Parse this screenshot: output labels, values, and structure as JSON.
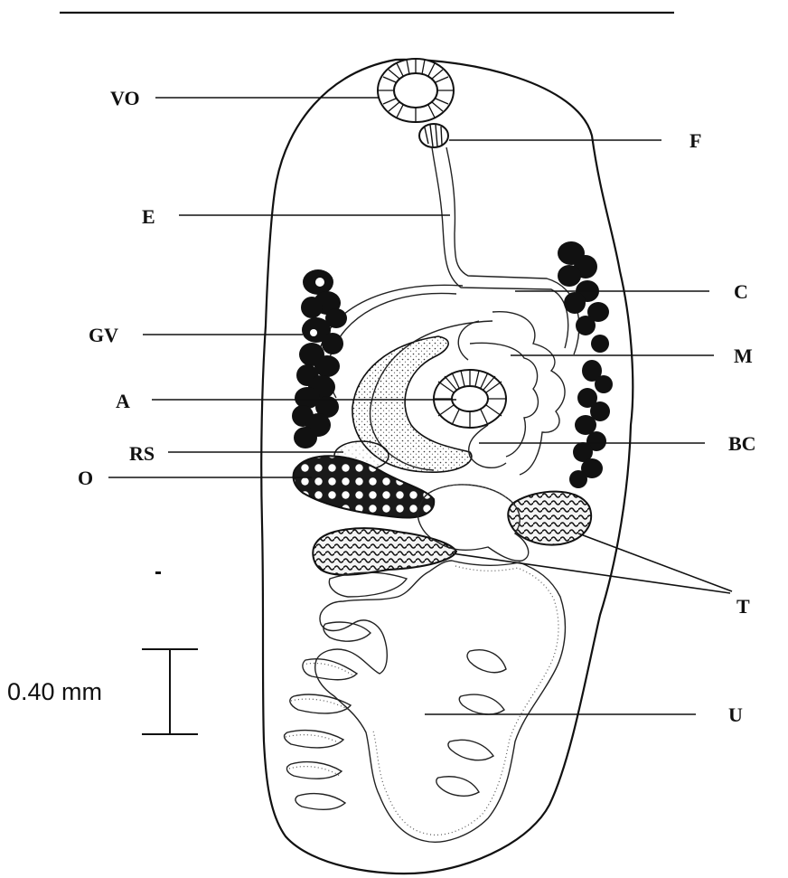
{
  "labels": {
    "vo": "VO",
    "f": "F",
    "e": "E",
    "c": "C",
    "gv": "GV",
    "m": "M",
    "a": "A",
    "bc": "BC",
    "rs": "RS",
    "o": "O",
    "t": "T",
    "u": "U"
  },
  "scale_bar": {
    "label": "0.40 mm"
  }
}
